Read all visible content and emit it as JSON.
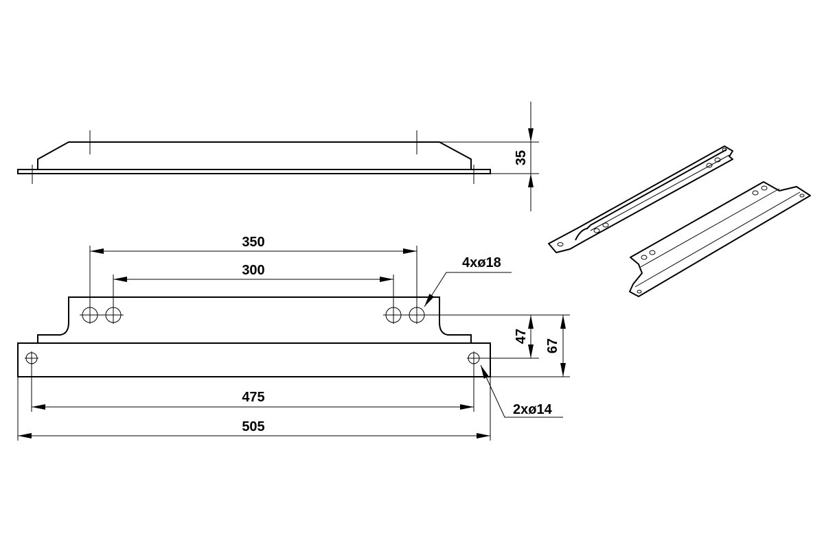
{
  "side_view": {
    "height_dim": "35"
  },
  "front_view": {
    "dim_hole_outer": "350",
    "dim_hole_inner": "300",
    "large_holes_callout": "4xø18",
    "dim_hole_height": "47",
    "dim_total_height": "67",
    "dim_small_holes": "475",
    "dim_total_length": "505",
    "small_holes_callout": "2xø14"
  },
  "colors": {
    "line": "#000000",
    "background": "#ffffff"
  }
}
